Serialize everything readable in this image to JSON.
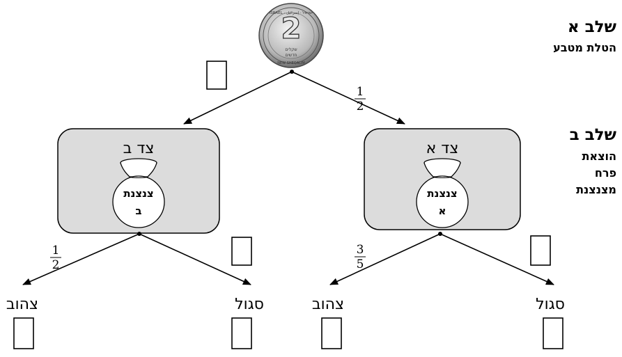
{
  "stage_a": {
    "title": "שלב א",
    "subtitle": "הטלת מטבע"
  },
  "stage_b": {
    "title": "שלב ב",
    "subtitle_lines": [
      "הוצאת",
      "פרח",
      "מצנצנת"
    ]
  },
  "coin": {
    "value": "2",
    "ring_top": "ISRAEL · ישראל · إسرائيل",
    "line1": "שקלים",
    "line2": "חדשים",
    "ring_bottom": "NEW SHEQALIM"
  },
  "sides": {
    "left": {
      "label": "צד ב",
      "vase": [
        "צנצנת",
        "ב"
      ]
    },
    "right": {
      "label": "צד א",
      "vase": [
        "צנצנת",
        "א"
      ]
    }
  },
  "probabilities": {
    "coin_to_right": {
      "num": "1",
      "den": "2"
    },
    "left_to_yellow": {
      "num": "1",
      "den": "2"
    },
    "right_to_yellow": {
      "num": "3",
      "den": "5"
    }
  },
  "leaves": {
    "left_yellow": "צהוב",
    "left_purple": "סגול",
    "right_yellow": "צהוב",
    "right_purple": "סגול"
  }
}
